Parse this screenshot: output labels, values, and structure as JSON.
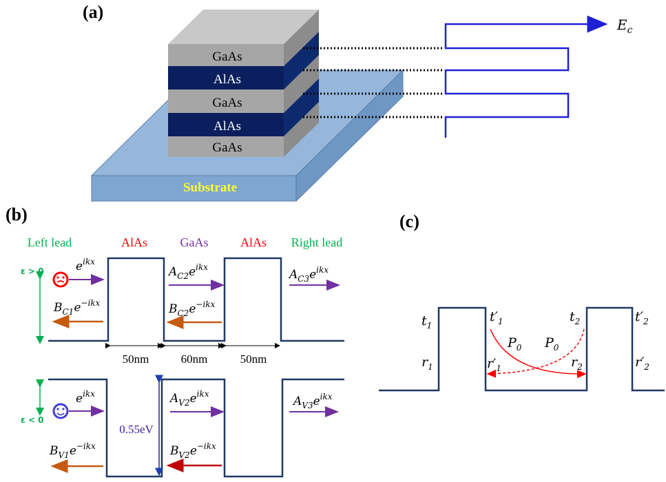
{
  "panel_a": {
    "label": "(a)",
    "layers": [
      "GaAs",
      "AlAs",
      "GaAs",
      "AlAs",
      "GaAs"
    ],
    "substrate": "Substrate",
    "band_label": "E",
    "band_sub": "c"
  },
  "panel_b": {
    "label": "(b)",
    "regions": [
      "Left lead",
      "AlAs",
      "GaAs",
      "AlAs",
      "Right lead"
    ],
    "eps_pos": "ε > 0",
    "eps_neg": "ε < 0",
    "widths": [
      "50nm",
      "60nm",
      "50nm"
    ],
    "barrier": "0.55eV",
    "waves_c": {
      "inc": "e",
      "inc_sup": "ikx",
      "bc1": "B",
      "bc1_sub": "C1",
      "bc1_e": "e",
      "bc1_sup": "−ikx",
      "ac2": "A",
      "ac2_sub": "C2",
      "ac2_e": "e",
      "ac2_sup": "ikx",
      "bc2": "B",
      "bc2_sub": "C2",
      "bc2_e": "e",
      "bc2_sup": "−ikx",
      "ac3": "A",
      "ac3_sub": "C3",
      "ac3_e": "e",
      "ac3_sup": "ikx"
    },
    "waves_v": {
      "inc": "e",
      "inc_sup": "ikx",
      "bv1": "B",
      "bv1_sub": "V1",
      "bv1_e": "e",
      "bv1_sup": "−ikx",
      "av2": "A",
      "av2_sub": "V2",
      "av2_e": "e",
      "av2_sup": "ikx",
      "bv2": "B",
      "bv2_sub": "V2",
      "bv2_e": "e",
      "bv2_sup": "−ikx",
      "av3": "A",
      "av3_sub": "V3",
      "av3_e": "e",
      "av3_sup": "ikx"
    }
  },
  "panel_c": {
    "label": "(c)",
    "t1": "t",
    "t1_sub": "1",
    "r1": "r",
    "r1_sub": "1",
    "t1p": "t′",
    "t1p_sub": "1",
    "r1p": "r′",
    "r1p_sub": "1",
    "t2": "t",
    "t2_sub": "2",
    "r2": "r",
    "r2_sub": "2",
    "t2p": "t′",
    "t2p_sub": "2",
    "r2p": "r′",
    "r2p_sub": "2",
    "p0a": "P",
    "p0a_sub": "0",
    "p0b": "P",
    "p0b_sub": "0"
  },
  "colors": {
    "alas": "#0b1f5e",
    "gaas": "#a6a6a6",
    "substrate": "#8fb4d9",
    "band_blue": "#1f1fd6",
    "lead_green": "#00b050",
    "alas_red": "#ff0000",
    "gaas_purple": "#7030a0",
    "arrow_purple": "#7030a0",
    "arrow_orange": "#c55a11",
    "arrow_red": "#c00000",
    "well_line": "#1f3864"
  }
}
